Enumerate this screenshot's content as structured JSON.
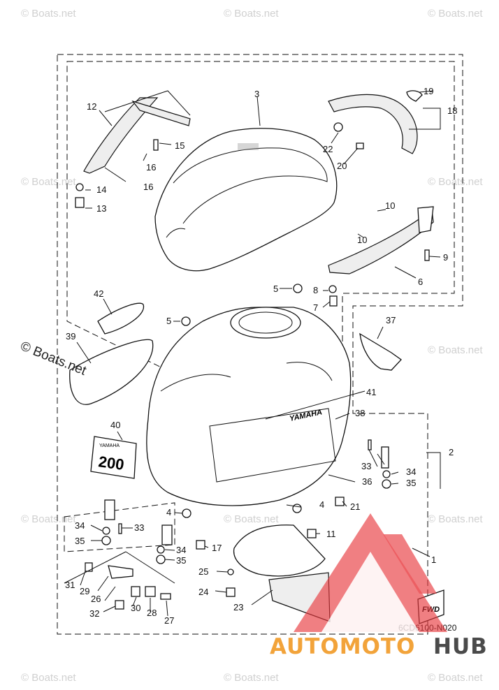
{
  "diagram": {
    "part_code": "6CD6100-N020",
    "copyright": "© Boats.net",
    "watermark_text": "© Boats.net",
    "fwd_label": "FWD",
    "decal_model_number": "200",
    "decal_brand": "YAMAHA",
    "cowl_logo": "YAMAHA",
    "callouts": [
      {
        "id": "1",
        "label": "1"
      },
      {
        "id": "2",
        "label": "2"
      },
      {
        "id": "3",
        "label": "3"
      },
      {
        "id": "4a",
        "label": "4"
      },
      {
        "id": "4b",
        "label": "4"
      },
      {
        "id": "5a",
        "label": "5"
      },
      {
        "id": "5b",
        "label": "5"
      },
      {
        "id": "6",
        "label": "6"
      },
      {
        "id": "7",
        "label": "7"
      },
      {
        "id": "8",
        "label": "8"
      },
      {
        "id": "9",
        "label": "9"
      },
      {
        "id": "10a",
        "label": "10"
      },
      {
        "id": "10b",
        "label": "10"
      },
      {
        "id": "11",
        "label": "11"
      },
      {
        "id": "12",
        "label": "12"
      },
      {
        "id": "13",
        "label": "13"
      },
      {
        "id": "14",
        "label": "14"
      },
      {
        "id": "15",
        "label": "15"
      },
      {
        "id": "16a",
        "label": "16"
      },
      {
        "id": "16b",
        "label": "16"
      },
      {
        "id": "17",
        "label": "17"
      },
      {
        "id": "18",
        "label": "18"
      },
      {
        "id": "19",
        "label": "19"
      },
      {
        "id": "20",
        "label": "20"
      },
      {
        "id": "21",
        "label": "21"
      },
      {
        "id": "22",
        "label": "22"
      },
      {
        "id": "23",
        "label": "23"
      },
      {
        "id": "24",
        "label": "24"
      },
      {
        "id": "25",
        "label": "25"
      },
      {
        "id": "26",
        "label": "26"
      },
      {
        "id": "27",
        "label": "27"
      },
      {
        "id": "28",
        "label": "28"
      },
      {
        "id": "29",
        "label": "29"
      },
      {
        "id": "30",
        "label": "30"
      },
      {
        "id": "31",
        "label": "31"
      },
      {
        "id": "32",
        "label": "32"
      },
      {
        "id": "33a",
        "label": "33"
      },
      {
        "id": "33b",
        "label": "33"
      },
      {
        "id": "34a",
        "label": "34"
      },
      {
        "id": "34b",
        "label": "34"
      },
      {
        "id": "34c",
        "label": "34"
      },
      {
        "id": "35a",
        "label": "35"
      },
      {
        "id": "35b",
        "label": "35"
      },
      {
        "id": "35c",
        "label": "35"
      },
      {
        "id": "36",
        "label": "36"
      },
      {
        "id": "37",
        "label": "37"
      },
      {
        "id": "38",
        "label": "38"
      },
      {
        "id": "39",
        "label": "39"
      },
      {
        "id": "40",
        "label": "40"
      },
      {
        "id": "41",
        "label": "41"
      },
      {
        "id": "42",
        "label": "42"
      }
    ]
  },
  "brand": {
    "part1": "AUTOMOTO",
    "part2": "HUB",
    "color_orange": "#f2a33a",
    "color_dark": "#4a4a4a",
    "color_logo_red": "#e8373c"
  }
}
